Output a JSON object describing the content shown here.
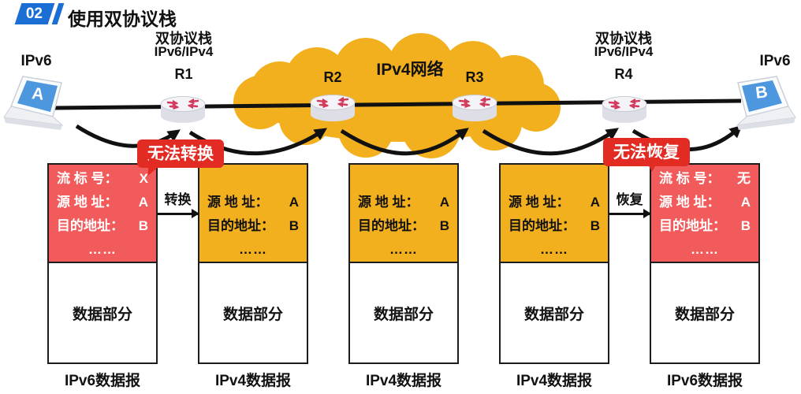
{
  "header": {
    "badge": "02",
    "title": "使用双协议栈"
  },
  "network": {
    "left_host": {
      "label": "IPv6",
      "letter": "A"
    },
    "right_host": {
      "label": "IPv6",
      "letter": "B"
    },
    "left_router": {
      "stack_line1": "双协议栈",
      "stack_line2": "IPv6/IPv4",
      "name": "R1"
    },
    "right_router": {
      "stack_line1": "双协议栈",
      "stack_line2": "IPv6/IPv4",
      "name": "R4"
    },
    "mid_routers": [
      {
        "name": "R2"
      },
      {
        "name": "R3"
      }
    ],
    "cloud_label": "IPv4网络",
    "left_callout": "无法转换",
    "right_callout": "无法恢复",
    "convert_label": "转换",
    "restore_label": "恢复"
  },
  "packets": [
    {
      "rows": [
        {
          "label": "流 标 号：",
          "value": "X"
        },
        {
          "label": "源 地 址：",
          "value": "A"
        },
        {
          "label": "目的地址：",
          "value": "B"
        }
      ],
      "ellipsis": "……",
      "body": "数据部分",
      "caption": "IPv6数据报"
    },
    {
      "rows": [
        {
          "label": "源 地 址：",
          "value": "A"
        },
        {
          "label": "目的地址：",
          "value": "B"
        }
      ],
      "ellipsis": "……",
      "body": "数据部分",
      "caption": "IPv4数据报"
    },
    {
      "rows": [
        {
          "label": "源 地 址：",
          "value": "A"
        },
        {
          "label": "目的地址：",
          "value": "B"
        }
      ],
      "ellipsis": "……",
      "body": "数据部分",
      "caption": "IPv4数据报"
    },
    {
      "rows": [
        {
          "label": "源 地 址：",
          "value": "A"
        },
        {
          "label": "目的地址：",
          "value": "B"
        }
      ],
      "ellipsis": "……",
      "body": "数据部分",
      "caption": "IPv4数据报"
    },
    {
      "rows": [
        {
          "label": "流 标 号：",
          "value": "无"
        },
        {
          "label": "源 地 址：",
          "value": "A"
        },
        {
          "label": "目的地址：",
          "value": "B"
        }
      ],
      "ellipsis": "……",
      "body": "数据部分",
      "caption": "IPv6数据报"
    }
  ],
  "colors": {
    "badge_blue": "#1B6FD4",
    "cloud_amber": "#F2B01E",
    "ipv6_header_red": "#F25B5B",
    "callout_red": "#E22B23",
    "laptop_screen_blue": "#4D97DE"
  }
}
